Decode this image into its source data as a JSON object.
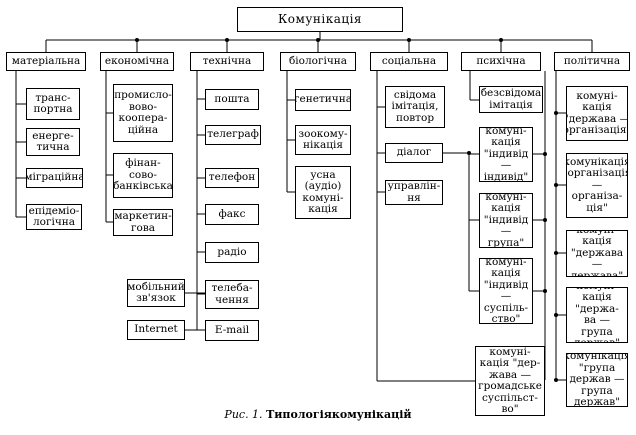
{
  "root": "Комунікація",
  "categories": [
    {
      "id": "mat",
      "label": "матеріальна",
      "items": [
        {
          "id": "m1",
          "label": "транс-\nпортна"
        },
        {
          "id": "m2",
          "label": "енерге-\nтична"
        },
        {
          "id": "m3",
          "label": "міграційна"
        },
        {
          "id": "m4",
          "label": "епідеміо-\nлогічна"
        }
      ]
    },
    {
      "id": "eco",
      "label": "економічна",
      "items": [
        {
          "id": "e1",
          "label": "промисло-\nвово-\nкоопера-\nційна"
        },
        {
          "id": "e2",
          "label": "фінан-\nсово-\nбанківська"
        },
        {
          "id": "e3",
          "label": "маркетин-\nгова"
        }
      ]
    },
    {
      "id": "tech",
      "label": "технічна",
      "items": [
        {
          "id": "t1",
          "label": "пошта"
        },
        {
          "id": "t2",
          "label": "телеграф"
        },
        {
          "id": "t3",
          "label": "телефон"
        },
        {
          "id": "t4",
          "label": "факс"
        },
        {
          "id": "t5",
          "label": "радіо"
        },
        {
          "id": "t6",
          "label": "телеба-\nчення"
        },
        {
          "id": "t7",
          "label": "E-mail"
        }
      ],
      "extras": [
        {
          "id": "x1",
          "label": "мобільний\nзв'язок"
        },
        {
          "id": "x2",
          "label": "Internet"
        }
      ]
    },
    {
      "id": "bio",
      "label": "біологічна",
      "items": [
        {
          "id": "b1",
          "label": "генетична"
        },
        {
          "id": "b2",
          "label": "зоокому-\nнікація"
        },
        {
          "id": "b3",
          "label": "усна\n(аудіо)\nкомуні-\nкація"
        }
      ]
    },
    {
      "id": "soc",
      "label": "соціальна",
      "items": [
        {
          "id": "s1",
          "label": "свідома\nімітація,\nповтор"
        },
        {
          "id": "s2",
          "label": "діалог"
        },
        {
          "id": "s3",
          "label": "управлін-\nня"
        }
      ],
      "dialog_items": [
        {
          "id": "p2",
          "label": "комуні-\nкація\n\"індивід —\nіндивід\""
        },
        {
          "id": "p3",
          "label": "комуні-\nкація\n\"індивід —\nгрупа\""
        },
        {
          "id": "p4",
          "label": "комуні-\nкація\n\"індивід —\nсуспіль-\nство\""
        }
      ],
      "bottom_item": {
        "id": "s4",
        "label": "комуні-\nкація \"дер-\nжава —\nгромадське\nсуспільст-\nво\""
      }
    },
    {
      "id": "psy",
      "label": "психічна",
      "items": [
        {
          "id": "p1",
          "label": "безсвідома\nімітація"
        }
      ]
    },
    {
      "id": "pol",
      "label": "політична",
      "items": [
        {
          "id": "o1",
          "label": "комуні-\nкація\n\"держава —\nорганізація\""
        },
        {
          "id": "o2",
          "label": "комунікація\n\"організація —\nорганіза-\nція\""
        },
        {
          "id": "o3",
          "label": "комуні-\nкація\n\"держава —\nдержава\""
        },
        {
          "id": "o4",
          "label": "комуні-\nкація\n\"держа-\nва — група\nдержав\""
        },
        {
          "id": "o5",
          "label": "комунікація\n\"група\nдержав —\nгрупа\nдержав\""
        }
      ]
    }
  ],
  "caption": {
    "prefix": "Рис. 1.",
    "title": "Типологіякомунікацій"
  }
}
